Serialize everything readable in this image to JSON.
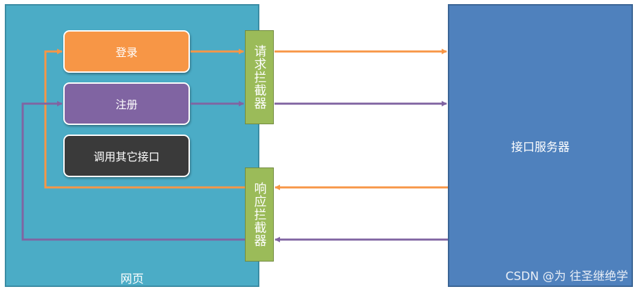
{
  "webpage": {
    "label": "网页"
  },
  "buttons": {
    "login": "登录",
    "register": "注册",
    "other_api": "调用其它接口"
  },
  "request_interceptor": {
    "label": "请求拦截器"
  },
  "response_interceptor": {
    "label": "响应拦截器"
  },
  "server": {
    "label": "接口服务器"
  },
  "watermark": "CSDN @为 往圣继绝学",
  "colors": {
    "webpage": "#4bacc6",
    "server": "#4f81bd",
    "login": "#f79646",
    "register": "#8064a2",
    "other_api": "#3a3a3a",
    "interceptor": "#9bbb59"
  }
}
